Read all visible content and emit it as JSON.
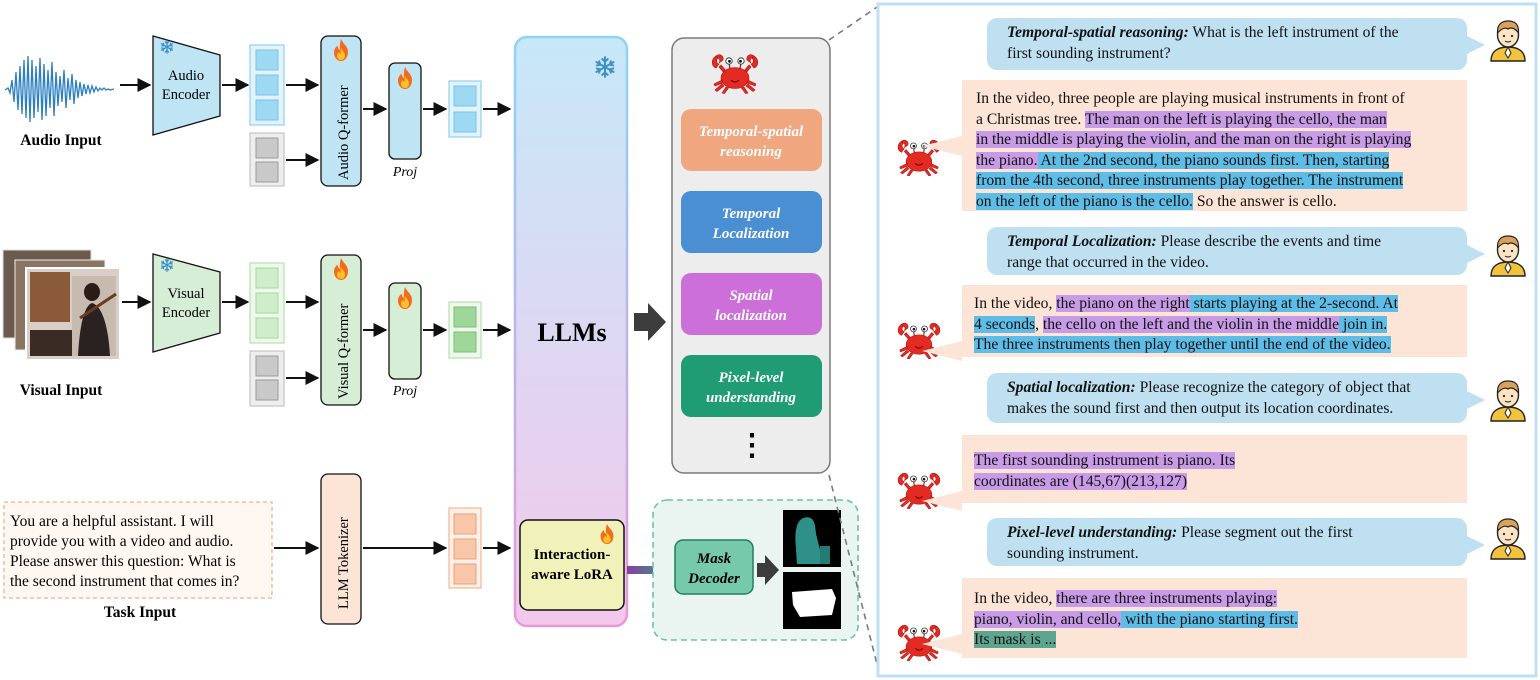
{
  "inputs": {
    "audio_label": "Audio Input",
    "visual_label": "Visual Input",
    "task_label": "Task Input",
    "task_text": [
      "You are a helpful assistant. I will",
      "provide you with a video and audio.",
      "Please answer this question: What is",
      "the second instrument that comes in?"
    ]
  },
  "encoders": {
    "audio_encoder": [
      "Audio",
      "Encoder"
    ],
    "visual_encoder": [
      "Visual",
      "Encoder"
    ],
    "audio_qformer": "Audio Q-former",
    "visual_qformer": "Visual Q-former",
    "proj": "Proj",
    "tokenizer": "LLM Tokenizer"
  },
  "llm": {
    "label": "LLMs",
    "lora": [
      "Interaction-",
      "aware LoRA"
    ]
  },
  "tasks": [
    {
      "label": [
        "Temporal-spatial",
        "reasoning"
      ],
      "color": "#f0a67e"
    },
    {
      "label": [
        "Temporal",
        "Localization"
      ],
      "color": "#4a8fd4"
    },
    {
      "label": [
        "Spatial",
        "localization"
      ],
      "color": "#cd6fd8"
    },
    {
      "label": [
        "Pixel-level",
        "understanding"
      ],
      "color": "#1f9c74"
    }
  ],
  "ellipsis": "⋮",
  "mask_decoder": [
    "Mask",
    "Decoder"
  ],
  "icons": {
    "fire": "fire-icon",
    "snowflake": "snowflake-icon",
    "crab": "crab-icon",
    "user": "user-avatar-icon"
  },
  "chat": {
    "q1": {
      "title": "Temporal-spatial reasoning:",
      "l1": " What is the left instrument of the",
      "l2": "first sounding instrument?"
    },
    "a1": {
      "l1": "In the video, three people are playing musical instruments in front of",
      "l2a": "a Christmas tree. ",
      "l2b": "The man on the left is playing the cello, the man",
      "l3": "in the middle is playing the violin, and the man on the right is playing",
      "l4a": "the piano.",
      "l4b": " At the 2nd second, the piano sounds first. Then, starting",
      "l5": "from the 4th second, three instruments play together. The instrument",
      "l6": "on the left of the piano is the cello.",
      "l7a": "on the left of the piano is the cello.",
      "l7b": " So the answer is  cello."
    },
    "q2": {
      "title": "Temporal Localization:",
      "l1": " Please describe the events and time",
      "l2": "range that occurred in the video."
    },
    "a2": {
      "l1a": "In the video, ",
      "l1b": "the piano on the right",
      "l1c": " starts playing at the 2-second.",
      "l1d": " At",
      "l2a": "4 seconds",
      "l2b": ", ",
      "l2c": "the cello on the left and the violin in the middle",
      "l2d": " join in.",
      "l3": "The three instruments then play together until the end of the video."
    },
    "q3": {
      "title": "Spatial localization:",
      "l1": " Please recognize the category of object that",
      "l2": "makes the sound first and then output its location coordinates."
    },
    "a3": {
      "l1": "The first sounding instrument is piano.",
      "l1b": " Its",
      "l2": "coordinates are (145,67)(213,127)"
    },
    "q4": {
      "title": "Pixel-level understanding:",
      "l1": " Please segment out the first",
      "l2": "sounding instrument."
    },
    "a4": {
      "l1a": "In the video, ",
      "l1b": "there are three instruments playing:",
      "l2a": "piano, violin, and cello,",
      "l2b": " with the piano starting first.",
      "l3": "Its mask is ..."
    }
  }
}
